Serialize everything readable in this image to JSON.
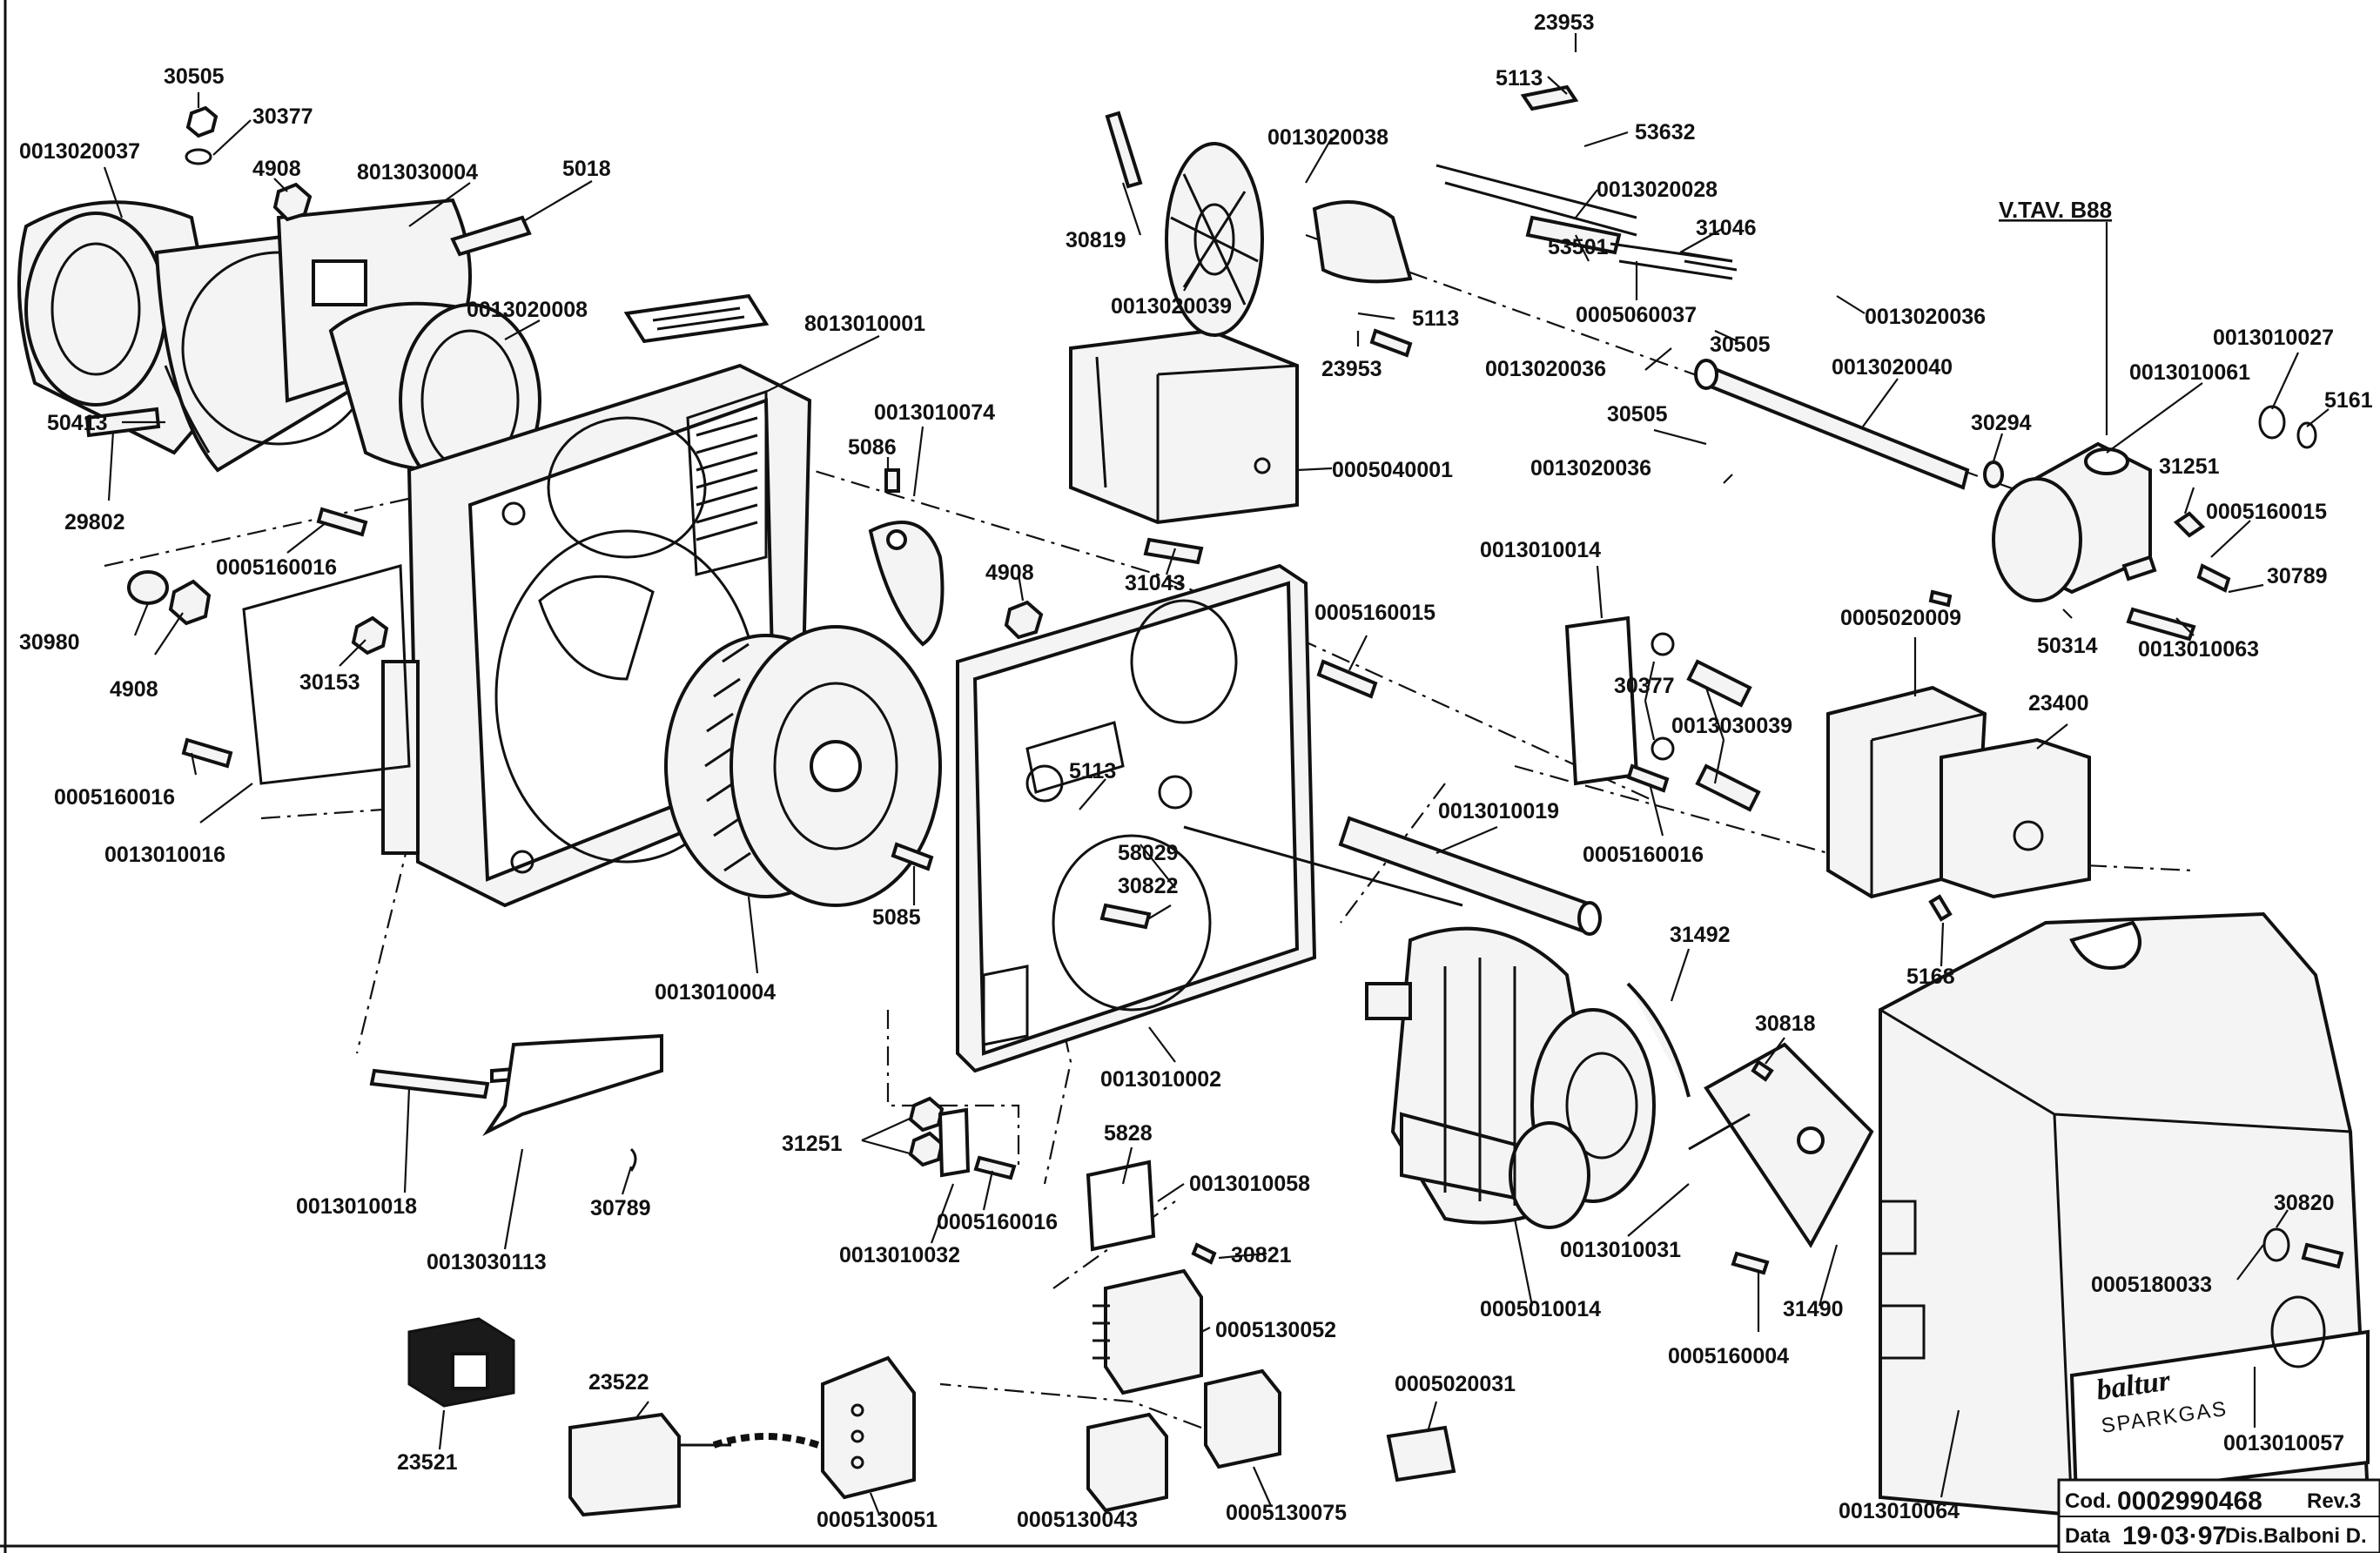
{
  "reference": {
    "text": "V.TAV. B88"
  },
  "brand_plate": {
    "brand": "baltur",
    "model": "SPARKGAS"
  },
  "title_block": {
    "cod_label": "Cod.",
    "cod_value": "0002990468",
    "rev": "Rev.3",
    "data_label": "Data",
    "date": "19·03·97",
    "author": "Dis.Balboni D."
  },
  "labels": [
    {
      "id": "l01",
      "text": "23953"
    },
    {
      "id": "l02",
      "text": "5113"
    },
    {
      "id": "l03",
      "text": "53632"
    },
    {
      "id": "l04",
      "text": "30505"
    },
    {
      "id": "l05",
      "text": "30377"
    },
    {
      "id": "l06",
      "text": "0013020037"
    },
    {
      "id": "l07",
      "text": "4908"
    },
    {
      "id": "l08",
      "text": "8013030004"
    },
    {
      "id": "l09",
      "text": "5018"
    },
    {
      "id": "l10",
      "text": "0013020008"
    },
    {
      "id": "l11",
      "text": "8013010001"
    },
    {
      "id": "l12",
      "text": "50413"
    },
    {
      "id": "l13",
      "text": "29802"
    },
    {
      "id": "l14",
      "text": "0005160016"
    },
    {
      "id": "l15",
      "text": "30980"
    },
    {
      "id": "l16",
      "text": "4908"
    },
    {
      "id": "l17",
      "text": "30153"
    },
    {
      "id": "l18",
      "text": "0005160016"
    },
    {
      "id": "l19",
      "text": "0013010016"
    },
    {
      "id": "l20",
      "text": "0013020038"
    },
    {
      "id": "l21",
      "text": "30819"
    },
    {
      "id": "l22",
      "text": "0013020039"
    },
    {
      "id": "l23",
      "text": "5113"
    },
    {
      "id": "l24",
      "text": "23953"
    },
    {
      "id": "l25",
      "text": "0013020028"
    },
    {
      "id": "l26",
      "text": "31046"
    },
    {
      "id": "l27",
      "text": "53501"
    },
    {
      "id": "l28",
      "text": "0005060037"
    },
    {
      "id": "l29",
      "text": "0013020036"
    },
    {
      "id": "l30",
      "text": "0013020036"
    },
    {
      "id": "l31",
      "text": "30505"
    },
    {
      "id": "l32",
      "text": "0013020040"
    },
    {
      "id": "l33",
      "text": "30505"
    },
    {
      "id": "l34",
      "text": "0013020036"
    },
    {
      "id": "l35",
      "text": "30294"
    },
    {
      "id": "l36",
      "text": "0013010027"
    },
    {
      "id": "l37",
      "text": "0013010061"
    },
    {
      "id": "l38",
      "text": "5161"
    },
    {
      "id": "l39",
      "text": "31251"
    },
    {
      "id": "l40",
      "text": "0005160015"
    },
    {
      "id": "l41",
      "text": "30789"
    },
    {
      "id": "l42",
      "text": "50314"
    },
    {
      "id": "l43",
      "text": "0013010063"
    },
    {
      "id": "l44",
      "text": "0013010074"
    },
    {
      "id": "l45",
      "text": "5086"
    },
    {
      "id": "l46",
      "text": "0005040001"
    },
    {
      "id": "l47",
      "text": "4908"
    },
    {
      "id": "l48",
      "text": "31043"
    },
    {
      "id": "l49",
      "text": "0005160015"
    },
    {
      "id": "l50",
      "text": "0013010014"
    },
    {
      "id": "l51",
      "text": "30377"
    },
    {
      "id": "l52",
      "text": "0013030039"
    },
    {
      "id": "l53",
      "text": "0005020009"
    },
    {
      "id": "l54",
      "text": "23400"
    },
    {
      "id": "l55",
      "text": "0005160016"
    },
    {
      "id": "l56",
      "text": "5113"
    },
    {
      "id": "l57",
      "text": "58029"
    },
    {
      "id": "l58",
      "text": "30822"
    },
    {
      "id": "l59",
      "text": "0013010019"
    },
    {
      "id": "l60",
      "text": "5085"
    },
    {
      "id": "l61",
      "text": "0013010004"
    },
    {
      "id": "l62",
      "text": "5168"
    },
    {
      "id": "l63",
      "text": "31492"
    },
    {
      "id": "l64",
      "text": "0013010002"
    },
    {
      "id": "l65",
      "text": "30818"
    },
    {
      "id": "l66",
      "text": "5828"
    },
    {
      "id": "l67",
      "text": "0013010058"
    },
    {
      "id": "l68",
      "text": "31251"
    },
    {
      "id": "l69",
      "text": "0013010018"
    },
    {
      "id": "l70",
      "text": "30789"
    },
    {
      "id": "l71",
      "text": "0013030113"
    },
    {
      "id": "l72",
      "text": "0005160016"
    },
    {
      "id": "l73",
      "text": "0013010032"
    },
    {
      "id": "l74",
      "text": "30821"
    },
    {
      "id": "l75",
      "text": "0013010031"
    },
    {
      "id": "l76",
      "text": "30820"
    },
    {
      "id": "l77",
      "text": "0005180033"
    },
    {
      "id": "l78",
      "text": "0005130052"
    },
    {
      "id": "l79",
      "text": "0005010014"
    },
    {
      "id": "l80",
      "text": "31490"
    },
    {
      "id": "l81",
      "text": "0005160004"
    },
    {
      "id": "l82",
      "text": "23522"
    },
    {
      "id": "l83",
      "text": "23521"
    },
    {
      "id": "l84",
      "text": "0005020031"
    },
    {
      "id": "l85",
      "text": "0013010057"
    },
    {
      "id": "l86",
      "text": "0005130051"
    },
    {
      "id": "l87",
      "text": "0005130043"
    },
    {
      "id": "l88",
      "text": "0005130075"
    },
    {
      "id": "l89",
      "text": "0013010064"
    }
  ]
}
